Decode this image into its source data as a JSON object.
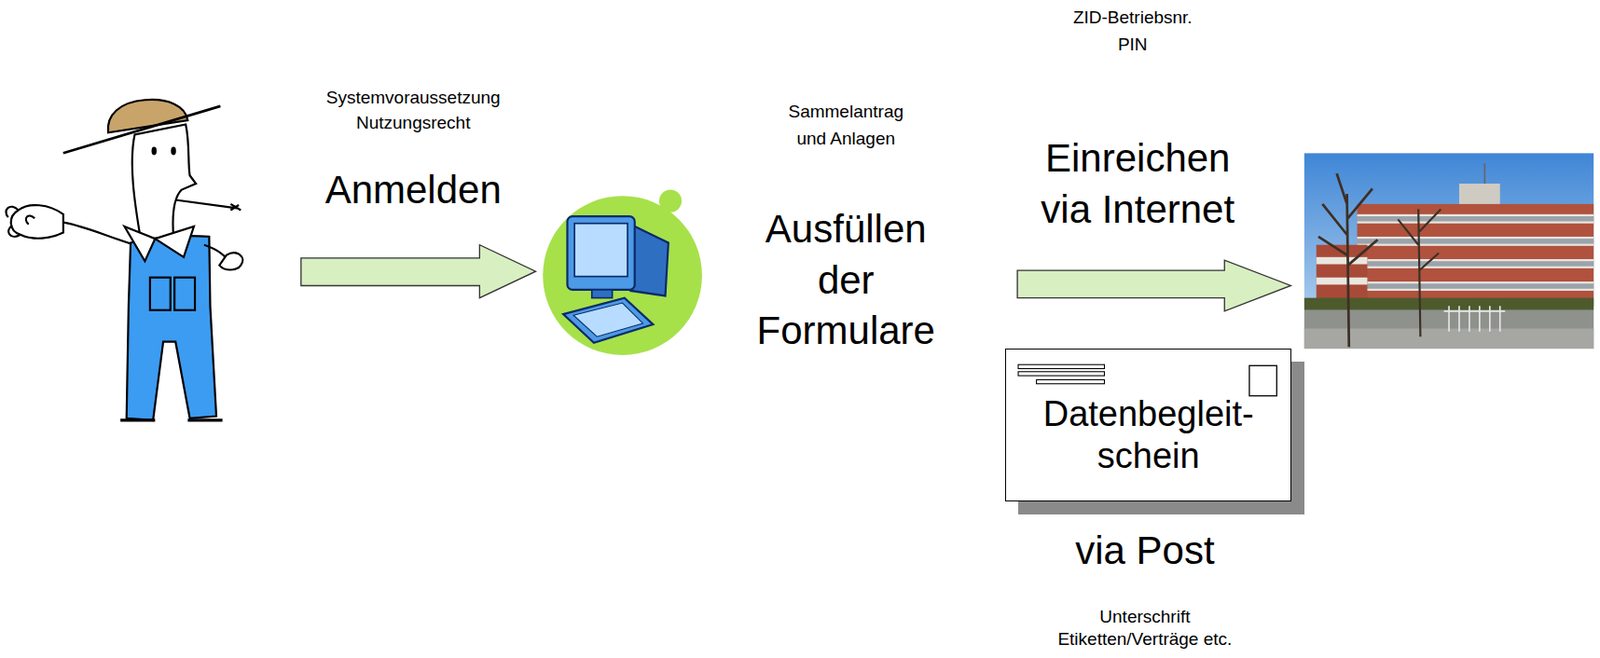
{
  "diagram": {
    "nodes": [
      {
        "text": [
          "Datenbegleit- schein"
        ]
      }
    ],
    "labels": [
      "Systemvoraussetzung Nutzungsrecht",
      "Anmelden",
      "Sammelantrag und Anlagen",
      "Ausfüllen der Formulare",
      "ZID-Betriebsnr. PIN",
      "Einreichen via Internet",
      "via Post",
      "Unterschrift Etiketten/Verträge etc."
    ]
  }
}
